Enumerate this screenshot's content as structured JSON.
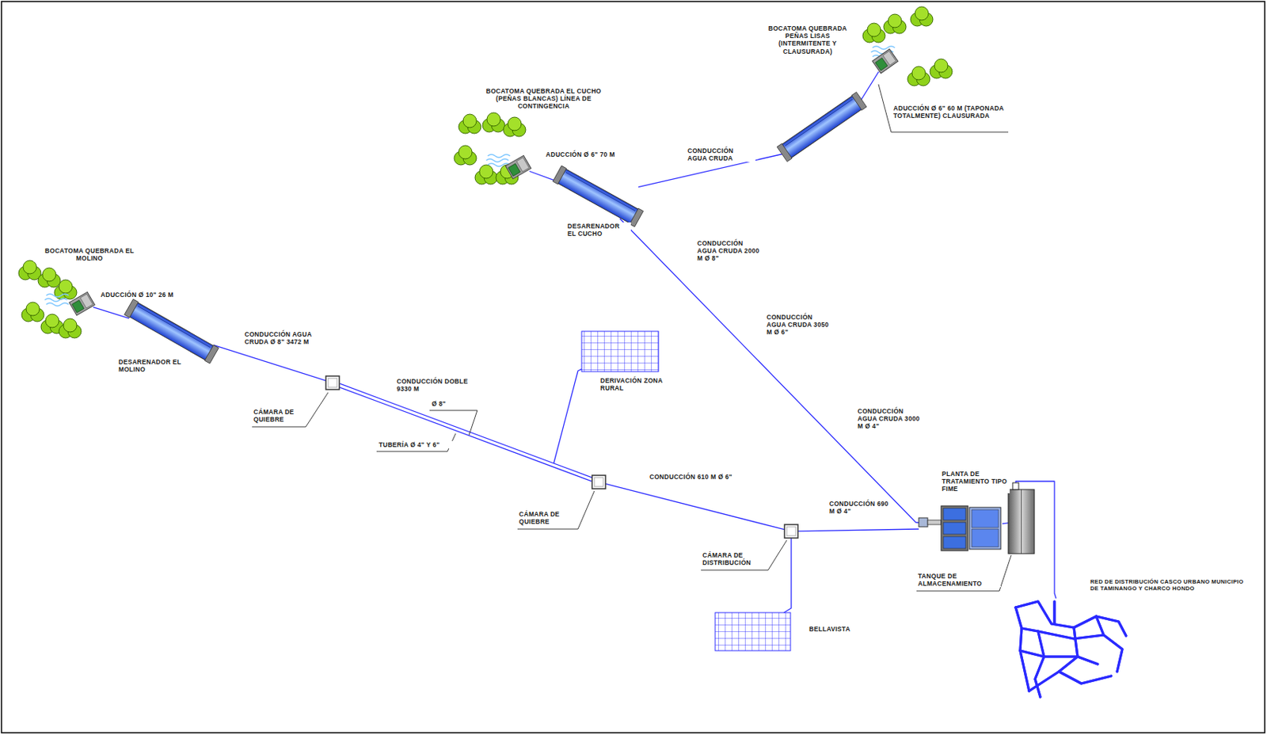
{
  "diagram": {
    "nodes": [
      {
        "text": [
          "BOCATOMA QUEBRADA PEÑAS LISAS (INTERMITENTE Y CLAUSURADA)"
        ]
      },
      {
        "text": [
          "BOCATOMA QUEBRADA EL CUCHO (PEÑAS BLANCAS) LÍNEA DE CONTINGENCIA"
        ]
      },
      {
        "text": [
          "DESARENADOR EL CUCHO"
        ]
      },
      {
        "text": [
          "BOCATOMA QUEBRADA EL MOLINO"
        ]
      },
      {
        "text": [
          "DESARENADOR EL MOLINO"
        ]
      },
      {
        "text": [
          "CÁMARA DE QUIEBRE"
        ]
      },
      {
        "text": [
          "CÁMARA DE QUIEBRE"
        ]
      },
      {
        "text": [
          "DERIVACIÓN ZONA RURAL"
        ]
      },
      {
        "text": [
          "CÁMARA DE DISTRIBUCIÓN"
        ]
      },
      {
        "text": [
          "BELLAVISTA"
        ]
      },
      {
        "text": [
          "PLANTA DE TRATAMIENTO TIPO FIME"
        ]
      },
      {
        "text": [
          "TANQUE DE ALMACENAMIENTO"
        ]
      },
      {
        "text": [
          "RED DE DISTRIBUCIÓN CASCO URBANO MUNICIPIO DE TAMINANGO Y CHARCO HONDO"
        ]
      }
    ],
    "edges": [
      {
        "from": 0,
        "to": 2,
        "label": "CONDUCCIÓN AGUA CRUDA",
        "arrow": "none"
      },
      {
        "from": 1,
        "to": 2,
        "label": "ADUCCIÓN Ø 6\" 70 M",
        "arrow": "none"
      },
      {
        "from": 2,
        "to": 10,
        "label": "CONDUCCIÓN AGUA CRUDA 3050 M Ø 6\"",
        "arrow": "none"
      },
      {
        "from": 3,
        "to": 4,
        "label": "ADUCCIÓN Ø 10\" 26 M",
        "arrow": "none"
      },
      {
        "from": 4,
        "to": 5,
        "label": "CONDUCCIÓN AGUA CRUDA Ø 8\" 3472 M",
        "arrow": "none"
      },
      {
        "from": 5,
        "to": 6,
        "label": "CONDUCCIÓN DOBLE 9330 M",
        "arrow": "none"
      },
      {
        "from": 5,
        "to": 7,
        "arrow": "none"
      },
      {
        "from": 6,
        "to": 8,
        "label": "CONDUCCIÓN 610 M Ø 6\"",
        "arrow": "none"
      },
      {
        "from": 8,
        "to": 9,
        "arrow": "none"
      },
      {
        "from": 8,
        "to": 10,
        "label": "CONDUCCIÓN 690 M Ø 4\"",
        "arrow": "none"
      },
      {
        "from": 10,
        "to": 11,
        "arrow": "none"
      },
      {
        "from": 11,
        "to": 12,
        "arrow": "none"
      }
    ],
    "labels": [
      "ADUCCIÓN Ø 6\" 60 M (TAPONADA TOTALMENTE) CLAUSURADA",
      "CONDUCCIÓN AGUA CRUDA 2000 M Ø 8\"",
      "CONDUCCIÓN AGUA CRUDA 3000 M Ø 4\"",
      "Ø 8\"",
      "TUBERÍA Ø 4\" Y 6\""
    ]
  }
}
